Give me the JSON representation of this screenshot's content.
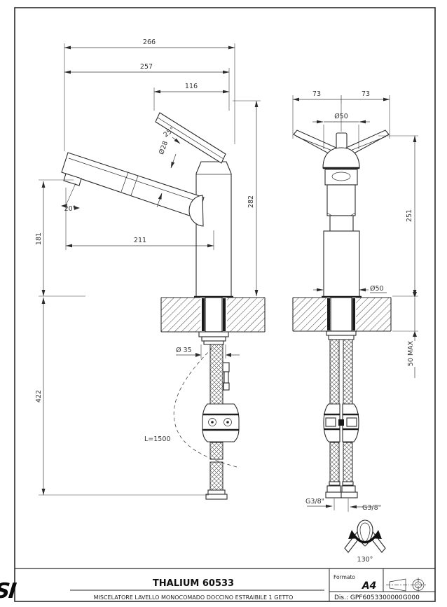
{
  "drawing": {
    "side_view": {
      "dims": {
        "total_depth": "266",
        "spout_depth": "257",
        "head_length": "116",
        "lever_angle": "25°",
        "spout_diameter": "Ø28",
        "spout_angle": "20°",
        "outlet_height": "181",
        "reach": "211",
        "spout_top_height": "282",
        "shank_diameter": "Ø 35",
        "below_counter": "422",
        "hose_length": "L=1500"
      }
    },
    "front_view": {
      "dims": {
        "lever_left": "73",
        "lever_right": "73",
        "top_diameter": "Ø50",
        "body_height": "251",
        "base_diameter": "Ø50",
        "counter_thickness": "50 MAX",
        "inlet_left": "G3/8\"",
        "inlet_right": "G3/8\""
      }
    },
    "swivel": {
      "angle": "130°"
    }
  },
  "title_block": {
    "brand": "GESSI",
    "title": "THALIUM 60533",
    "subtitle": "MISCELATORE LAVELLO MONOCOMADO DOCCINO ESTRAIBILE 1 GETTO",
    "format_label": "Formato",
    "format_value": "A4",
    "drawing_number": "Dis.: GPF6053300000G000"
  }
}
